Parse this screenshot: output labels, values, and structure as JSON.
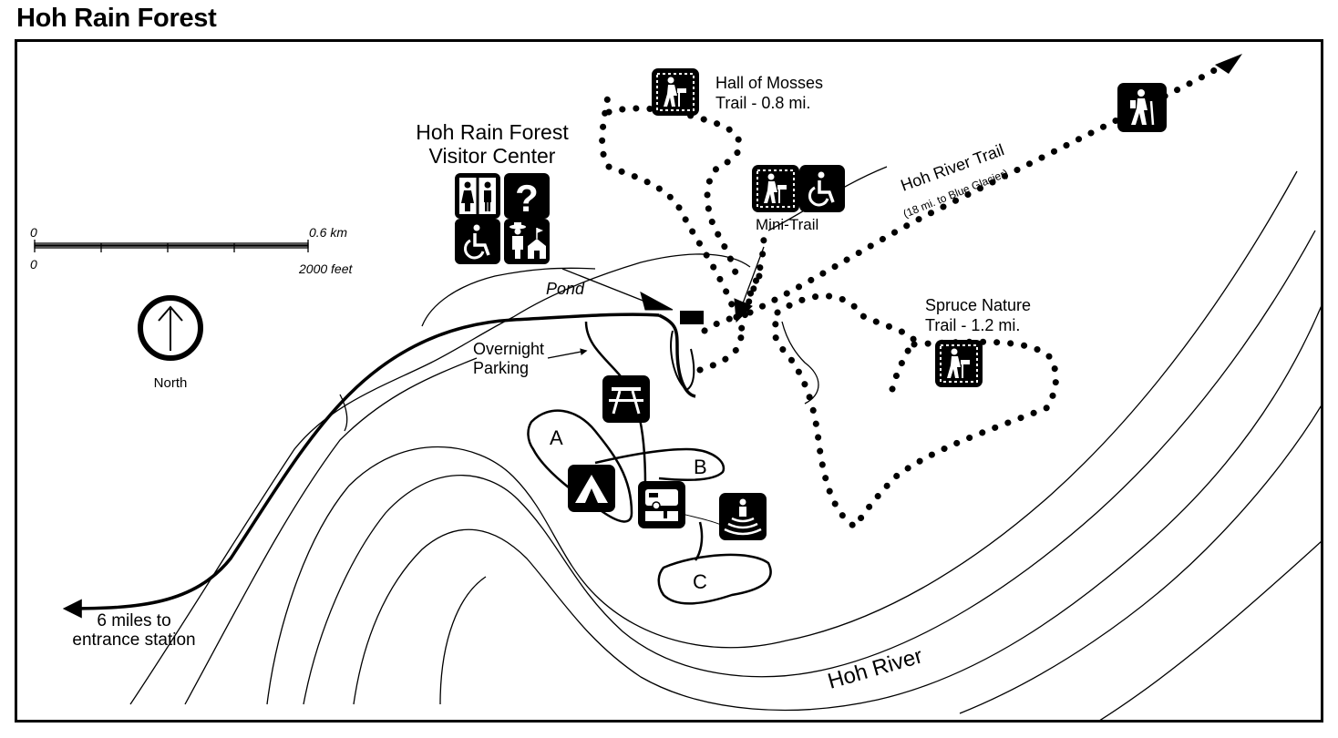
{
  "title": "Hoh Rain Forest",
  "colors": {
    "ink": "#000000",
    "paper": "#ffffff"
  },
  "labels": {
    "visitor_center_line1": "Hoh Rain Forest",
    "visitor_center_line2": "Visitor Center",
    "hall_of_mosses_line1": "Hall of Mosses",
    "hall_of_mosses_line2": "Trail - 0.8 mi.",
    "hoh_river_trail": "Hoh River Trail",
    "hoh_river_trail_sub": "(18 mi. to Blue Glacier)",
    "mini_trail": "Mini-Trail",
    "spruce_line1": "Spruce Nature",
    "spruce_line2": "Trail - 1.2 mi.",
    "pond": "Pond",
    "overnight_line1": "Overnight",
    "overnight_line2": "Parking",
    "loop_a": "A",
    "loop_b": "B",
    "loop_c": "C",
    "exit_line1": "6 miles to",
    "exit_line2": "entrance station",
    "hoh_river": "Hoh River",
    "north": "North"
  },
  "scale_bar": {
    "km_zero": "0",
    "km_value": "0.6 km",
    "ft_zero": "0",
    "ft_value": "2000 feet"
  },
  "icons": [
    "restroom-icon",
    "information-icon",
    "accessible-icon",
    "ranger-station-icon",
    "self-guided-trail-icon",
    "hiking-trail-icon",
    "picnic-area-icon",
    "campground-icon",
    "dump-station-icon",
    "amphitheater-icon",
    "north-arrow-icon"
  ]
}
